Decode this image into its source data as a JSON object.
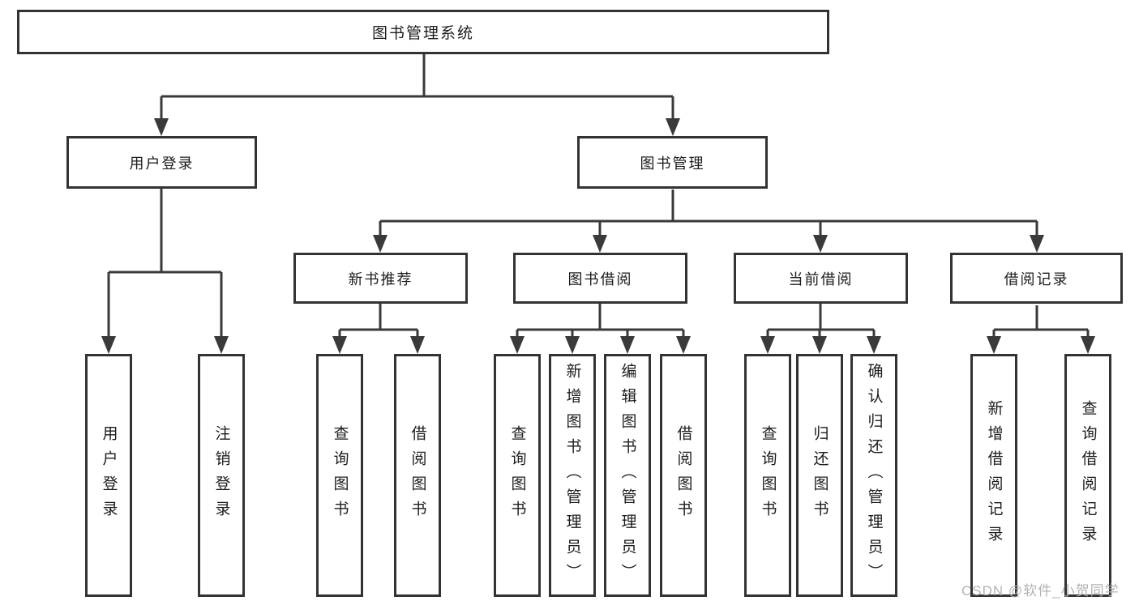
{
  "tree": {
    "label": "图书管理系统",
    "children": [
      {
        "label": "用户登录",
        "children": [
          {
            "label": "用户登录"
          },
          {
            "label": "注销登录"
          }
        ]
      },
      {
        "label": "图书管理",
        "children": [
          {
            "label": "新书推荐",
            "children": [
              {
                "label": "查询图书"
              },
              {
                "label": "借阅图书"
              }
            ]
          },
          {
            "label": "图书借阅",
            "children": [
              {
                "label": "查询图书"
              },
              {
                "label": "新增图书（管理员）"
              },
              {
                "label": "编辑图书（管理员）"
              },
              {
                "label": "借阅图书"
              }
            ]
          },
          {
            "label": "当前借阅",
            "children": [
              {
                "label": "查询图书"
              },
              {
                "label": "归还图书"
              },
              {
                "label": "确认归还（管理员）"
              }
            ]
          },
          {
            "label": "借阅记录",
            "children": [
              {
                "label": "新增借阅记录"
              },
              {
                "label": "查询借阅记录"
              }
            ]
          }
        ]
      }
    ]
  },
  "watermark": "CSDN @软件_小贺同学",
  "colors": {
    "line": "#3a3a3a",
    "box_border": "#333333",
    "text": "#1c1c1c",
    "watermark": "#b3b3b3",
    "background": "#ffffff"
  }
}
